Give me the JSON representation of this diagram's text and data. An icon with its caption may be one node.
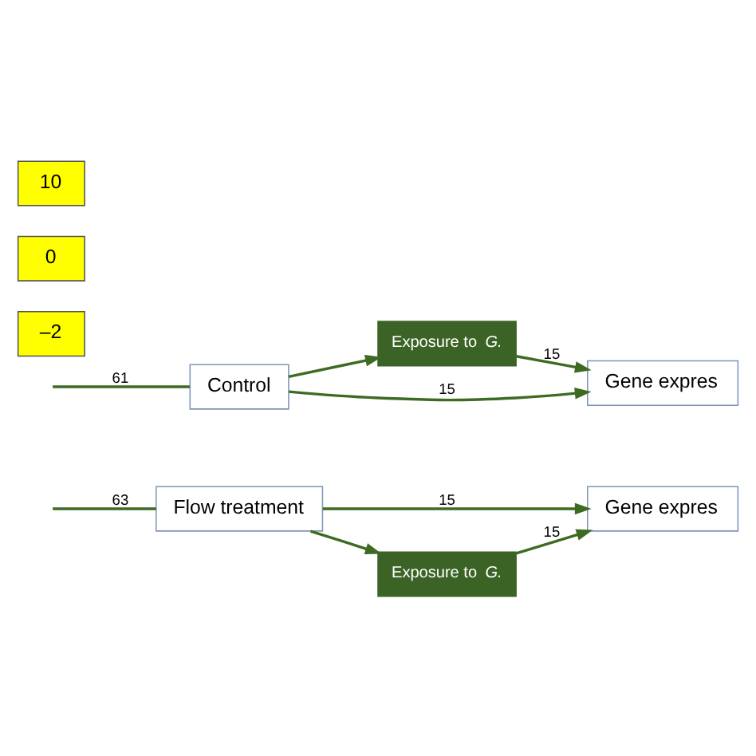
{
  "diagram": {
    "nodes": [
      {
        "text": [
          "Gene expres"
        ]
      },
      {
        "text": [
          "Flow treatment"
        ]
      },
      {
        "text": [
          "Exposure to *G.*"
        ]
      },
      {
        "text": [
          "Exposure to *G.*"
        ]
      },
      {
        "text": [
          "Control"
        ]
      },
      {
        "text": [
          "Gene expres"
        ]
      },
      {
        "text": [
          "–2"
        ]
      },
      {
        "text": [
          "0"
        ]
      },
      {
        "text": [
          "10"
        ]
      }
    ],
    "edges": [
      {
        "from": null,
        "to": 1,
        "arrow": "none",
        "label": "63"
      },
      {
        "from": 1,
        "to": 0,
        "arrow": "to",
        "label": "15"
      },
      {
        "from": 1,
        "to": 2,
        "arrow": "to"
      },
      {
        "from": 2,
        "to": 0,
        "arrow": "to",
        "label": "15"
      },
      {
        "from": null,
        "to": 4,
        "arrow": "none",
        "label": "61"
      },
      {
        "from": 4,
        "to": 3,
        "arrow": "to"
      },
      {
        "from": 3,
        "to": 5,
        "arrow": "to",
        "label": "15"
      },
      {
        "from": 4,
        "to": 5,
        "arrow": "to",
        "label": "15"
      }
    ]
  }
}
